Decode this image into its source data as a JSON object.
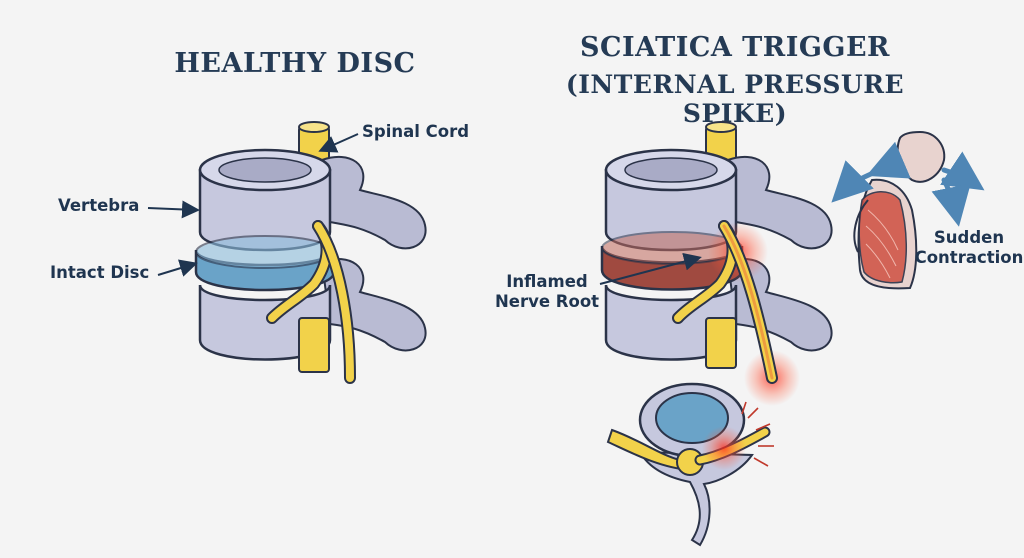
{
  "titles": {
    "healthy": "HEALTHY DISC",
    "sciatica": "SCIATICA TRIGGER",
    "sciatica_sub": "(INTERNAL PRESSURE SPIKE)"
  },
  "labels": {
    "spinal_cord": "Spinal Cord",
    "vertebra": "Vertebra",
    "intact_disc": "Intact Disc",
    "inflamed_line1": "Inflamed",
    "inflamed_line2": "Nerve Root",
    "sudden_line1": "Sudden",
    "sudden_line2": "Contraction"
  },
  "colors": {
    "bone": "#c6c8de",
    "bone_shadow": "#8c8fae",
    "outline": "#2b3348",
    "cord": "#f2d24a",
    "healthy_disc": "#6aa3c8",
    "inflamed_disc": "#a04a40",
    "inflammation": "#e8392f",
    "muscle": "#d0574a",
    "arrow": "#4f86b5"
  }
}
